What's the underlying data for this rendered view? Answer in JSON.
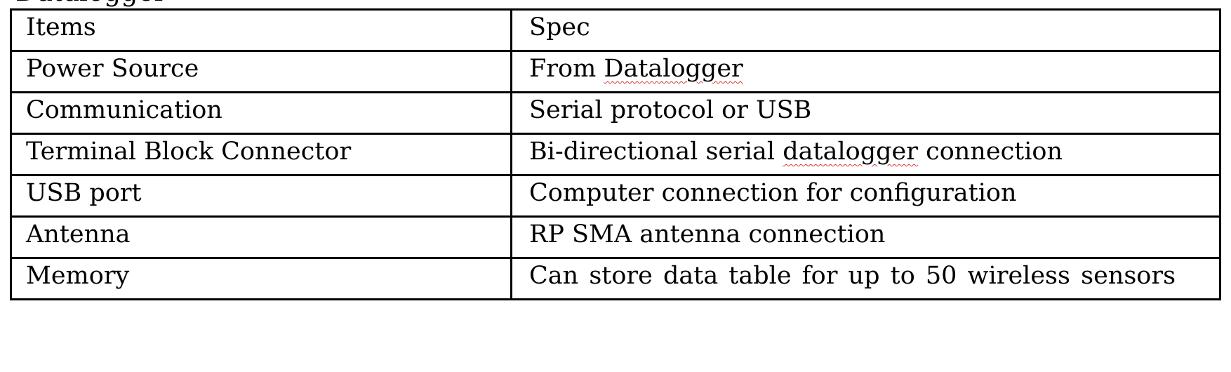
{
  "document": {
    "clipped_heading": "Datalogger"
  },
  "table": {
    "header": {
      "item": "Items",
      "spec": "Spec"
    },
    "rows": [
      {
        "item": "Power Source",
        "spec_parts": [
          "From ",
          "Datalogger"
        ]
      },
      {
        "item": "Communication",
        "spec": "Serial protocol or USB"
      },
      {
        "item": "Terminal Block Connector",
        "spec_parts": [
          "Bi-directional serial ",
          "datalogger",
          " connection"
        ]
      },
      {
        "item": "USB port",
        "spec": "Computer connection for configuration"
      },
      {
        "item": "Antenna",
        "spec": "RP SMA antenna connection"
      },
      {
        "item": "Memory",
        "spec": "Can store data table for up to 50 wireless sensors"
      }
    ]
  },
  "colors": {
    "border": "#000000",
    "text": "#000000",
    "spellcheck_underline": "#d23b3b"
  }
}
